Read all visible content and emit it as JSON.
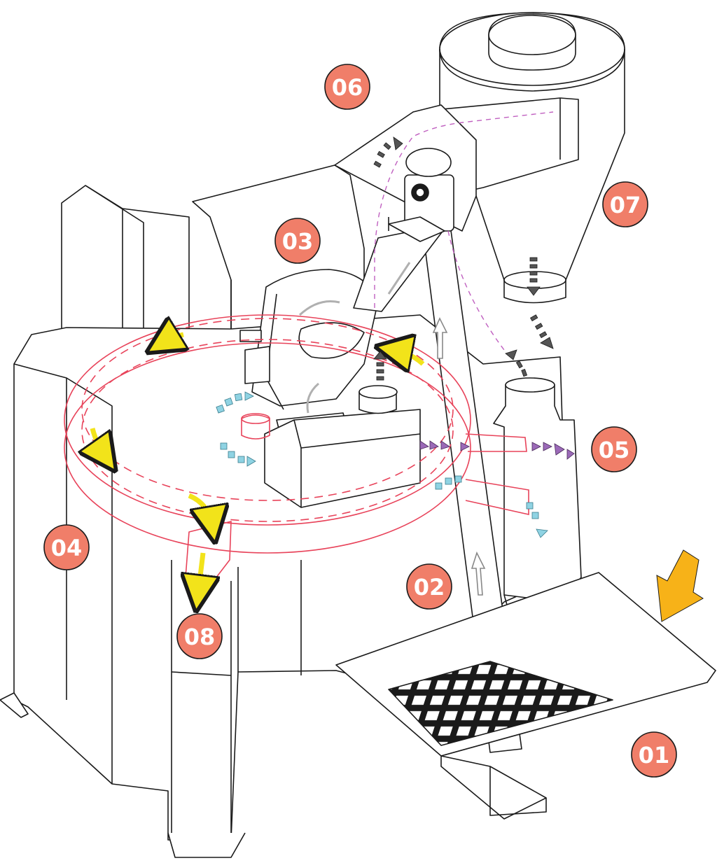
{
  "diagram": {
    "callouts": [
      {
        "id": "01",
        "label": "01"
      },
      {
        "id": "02",
        "label": "02"
      },
      {
        "id": "03",
        "label": "03"
      },
      {
        "id": "04",
        "label": "04"
      },
      {
        "id": "05",
        "label": "05"
      },
      {
        "id": "06",
        "label": "06"
      },
      {
        "id": "07",
        "label": "07"
      },
      {
        "id": "08",
        "label": "08"
      }
    ],
    "colors": {
      "callout_fill": "#f07e69",
      "callout_stroke": "#1a1a1a",
      "outline": "#1a1a1a",
      "ring": "#e8435a",
      "yellow_arrow": "#f2e31a",
      "input_arrow": "#f7b218",
      "cyan_arrow": "#8fd3e3",
      "purple_arrow": "#9b6ab8",
      "dark_arrow": "#555555",
      "light_arrow": "#b0b0b0",
      "dashed_path": "#c060c0"
    },
    "icons": [
      "input-arrow-icon"
    ]
  }
}
